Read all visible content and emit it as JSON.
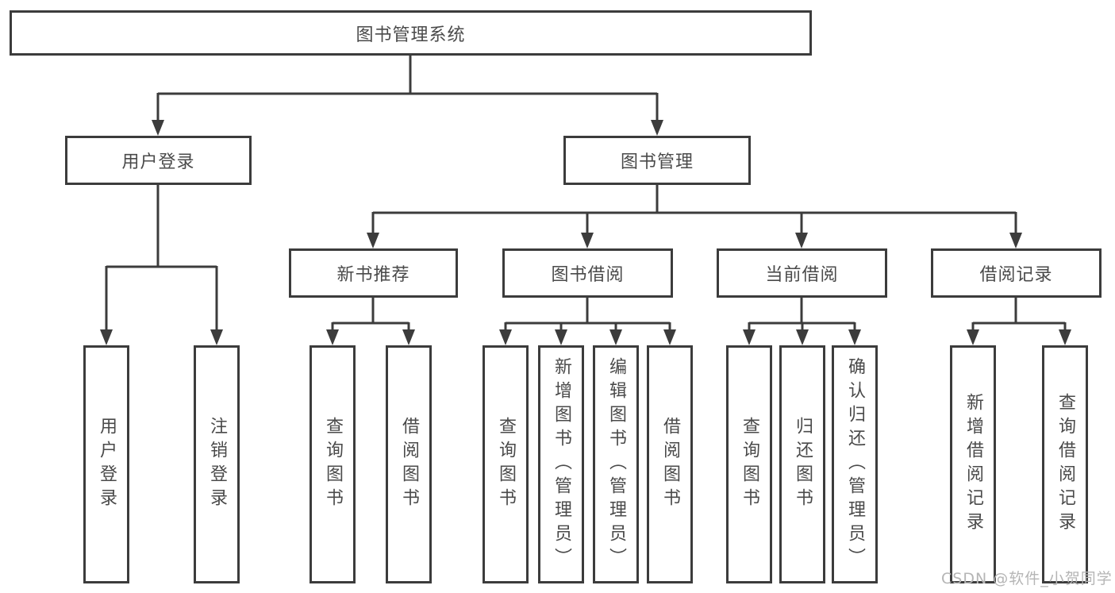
{
  "diagram": {
    "root": {
      "label": "图书管理系统"
    },
    "level2": [
      {
        "id": "user-login",
        "label": "用户登录"
      },
      {
        "id": "book-management",
        "label": "图书管理"
      }
    ],
    "level3": [
      {
        "id": "new-book-recommend",
        "label": "新书推荐"
      },
      {
        "id": "book-borrow",
        "label": "图书借阅"
      },
      {
        "id": "current-borrow",
        "label": "当前借阅"
      },
      {
        "id": "borrow-record",
        "label": "借阅记录"
      }
    ],
    "leaves": [
      {
        "id": "user-login-leaf",
        "parent": "user-login",
        "label": "用户登录"
      },
      {
        "id": "logout",
        "parent": "user-login",
        "label": "注销登录"
      },
      {
        "id": "query-books-a",
        "parent": "new-book-recommend",
        "label": "查询图书"
      },
      {
        "id": "borrow-books-a",
        "parent": "new-book-recommend",
        "label": "借阅图书"
      },
      {
        "id": "query-books-b",
        "parent": "book-borrow",
        "label": "查询图书"
      },
      {
        "id": "add-books-admin",
        "parent": "book-borrow",
        "label": "新增图书（管理员）"
      },
      {
        "id": "edit-books-admin",
        "parent": "book-borrow",
        "label": "编辑图书（管理员）"
      },
      {
        "id": "borrow-books-b",
        "parent": "book-borrow",
        "label": "借阅图书"
      },
      {
        "id": "query-books-c",
        "parent": "current-borrow",
        "label": "查询图书"
      },
      {
        "id": "return-books",
        "parent": "current-borrow",
        "label": "归还图书"
      },
      {
        "id": "confirm-return-admin",
        "parent": "current-borrow",
        "label": "确认归还（管理员）"
      },
      {
        "id": "add-borrow-record",
        "parent": "borrow-record",
        "label": "新增借阅记录"
      },
      {
        "id": "query-borrow-record",
        "parent": "borrow-record",
        "label": "查询借阅记录"
      }
    ],
    "colors": {
      "line": "#3c3c3c",
      "box_border": "#3c3c3c",
      "text": "#4a4a4a",
      "watermark": "#b5b5b5"
    },
    "watermark": "CSDN @软件_小贺同学"
  }
}
